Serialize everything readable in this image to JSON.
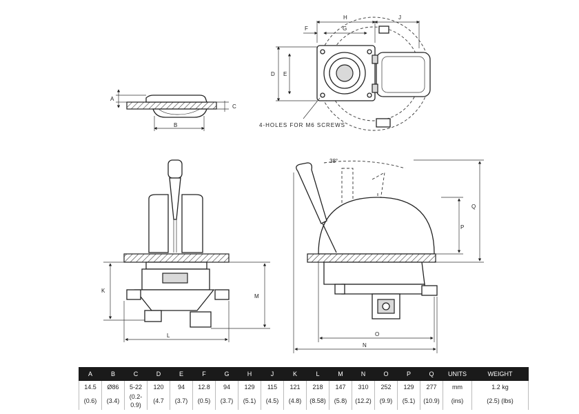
{
  "diagram": {
    "dimension_letters": {
      "A": "A",
      "B": "B",
      "C": "C",
      "D": "D",
      "E": "E",
      "F": "F",
      "G": "G",
      "H": "H",
      "J": "J",
      "K": "K",
      "L": "L",
      "M": "M",
      "N": "N",
      "O": "O",
      "P": "P",
      "Q": "Q"
    },
    "screws_note": "4-HOLES FOR M6 SCREWS",
    "angle_label": "38°"
  },
  "table": {
    "headers": [
      "A",
      "B",
      "C",
      "D",
      "E",
      "F",
      "G",
      "H",
      "J",
      "K",
      "L",
      "M",
      "N",
      "O",
      "P",
      "Q",
      "UNITS",
      "WEIGHT"
    ],
    "row_metric": [
      "14.5",
      "Ø86",
      "5-22",
      "120",
      "94",
      "12.8",
      "94",
      "129",
      "115",
      "121",
      "218",
      "147",
      "310",
      "252",
      "129",
      "277",
      "mm",
      "1.2 kg"
    ],
    "row_imperial": [
      "(0.6)",
      "(3.4)",
      "(0.2-0.9)",
      "(4.7",
      "(3.7)",
      "(0.5)",
      "(3.7)",
      "(5.1)",
      "(4.5)",
      "(4.8)",
      "(8.58)",
      "(5.8)",
      "(12.2)",
      "(9.9)",
      "(5.1)",
      "(10.9)",
      "(ins)",
      "(2.5) (lbs)"
    ]
  }
}
